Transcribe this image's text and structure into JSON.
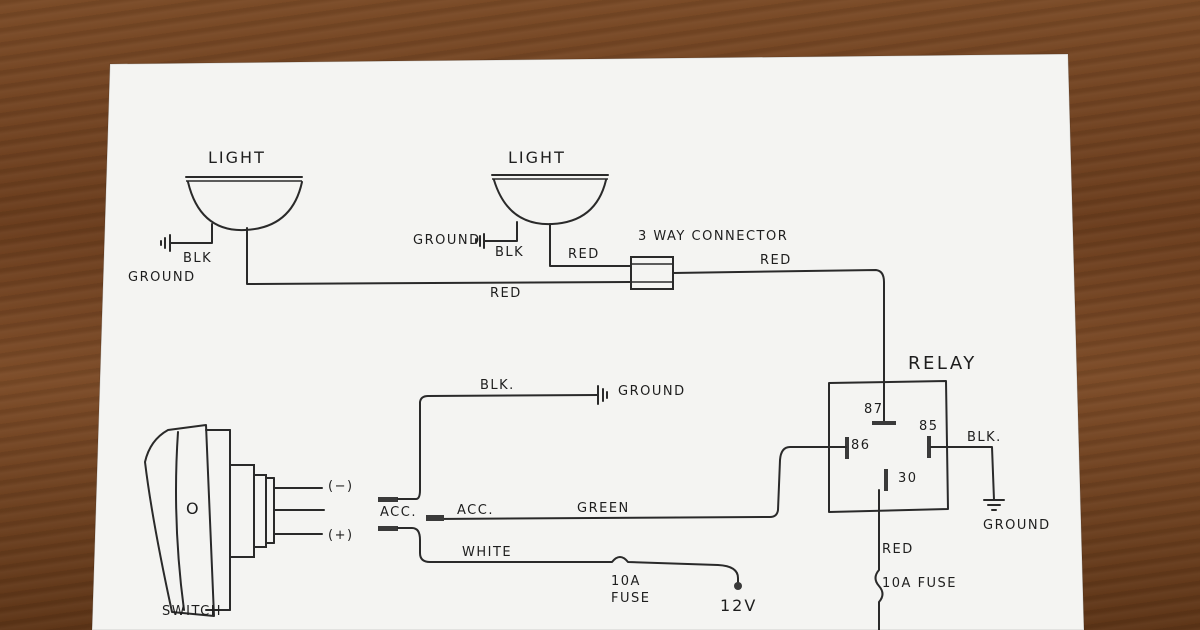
{
  "labels": {
    "light_left": "LIGHT",
    "light_right": "LIGHT",
    "ground_left": "GROUND",
    "blk_left": "BLK",
    "ground_mid": "GROUND",
    "blk_mid": "BLK",
    "red_mid": "RED",
    "three_way": "3 WAY CONNECTOR",
    "red_top_right": "RED",
    "red_bottom": "RED",
    "relay": "RELAY",
    "pin87": "87",
    "pin85": "85",
    "pin86": "86",
    "pin30": "30",
    "blk_relay": "BLK.",
    "ground_relay": "GROUND",
    "red_relay": "RED",
    "fuse_relay": "10A FUSE",
    "blk_switch": "BLK.",
    "ground_switch": "GROUND",
    "minus": "(−)",
    "acc_pin": "ACC.",
    "plus": "(+)",
    "acc_wire": "ACC.",
    "green": "GREEN",
    "white": "WHITE",
    "fuse_10a": "10A",
    "fuse_word": "FUSE",
    "v12": "12V",
    "switch": "SWITCH",
    "switch_o": "O"
  }
}
